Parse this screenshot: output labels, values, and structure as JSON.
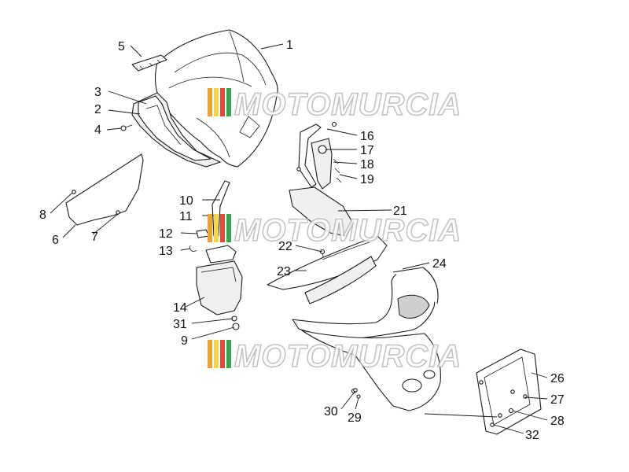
{
  "watermark": {
    "text": "MOTOMURCIA",
    "stripe_colors": [
      "#e8a33b",
      "#f2d64b",
      "#e04a3a",
      "#3aa64a"
    ]
  },
  "callouts": [
    {
      "id": "1",
      "label": "1"
    },
    {
      "id": "2",
      "label": "2"
    },
    {
      "id": "3",
      "label": "3"
    },
    {
      "id": "4",
      "label": "4"
    },
    {
      "id": "5",
      "label": "5"
    },
    {
      "id": "6",
      "label": "6"
    },
    {
      "id": "7",
      "label": "7"
    },
    {
      "id": "8",
      "label": "8"
    },
    {
      "id": "9",
      "label": "9"
    },
    {
      "id": "10",
      "label": "10"
    },
    {
      "id": "11",
      "label": "11"
    },
    {
      "id": "12",
      "label": "12"
    },
    {
      "id": "13",
      "label": "13"
    },
    {
      "id": "14",
      "label": "14"
    },
    {
      "id": "16",
      "label": "16"
    },
    {
      "id": "17",
      "label": "17"
    },
    {
      "id": "18",
      "label": "18"
    },
    {
      "id": "19",
      "label": "19"
    },
    {
      "id": "21",
      "label": "21"
    },
    {
      "id": "22",
      "label": "22"
    },
    {
      "id": "23",
      "label": "23"
    },
    {
      "id": "24",
      "label": "24"
    },
    {
      "id": "26",
      "label": "26"
    },
    {
      "id": "27",
      "label": "27"
    },
    {
      "id": "28",
      "label": "28"
    },
    {
      "id": "29",
      "label": "29"
    },
    {
      "id": "30",
      "label": "30"
    },
    {
      "id": "31",
      "label": "31"
    },
    {
      "id": "32",
      "label": "32"
    }
  ]
}
